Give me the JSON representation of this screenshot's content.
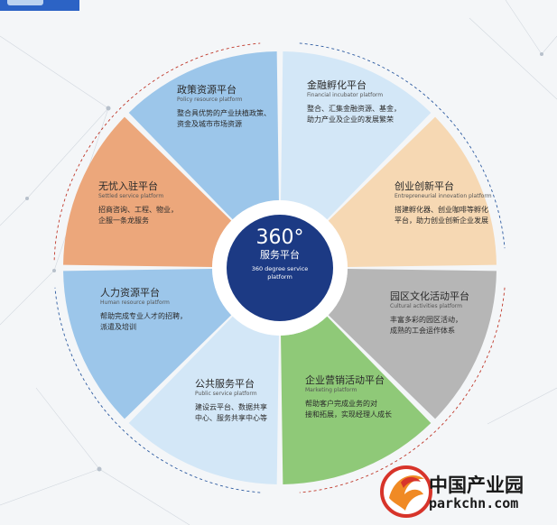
{
  "center": {
    "degree": "360°",
    "title_cn": "服务平台",
    "title_en_line1": "360 degree service",
    "title_en_line2": "platform"
  },
  "segments": [
    {
      "key": "policy",
      "color": "#9cc6ea",
      "title": "政策资源平台",
      "subtitle": "Policy resource platform",
      "desc": [
        "整合具优势的产业扶植政策、",
        "资金及城市市场资源"
      ]
    },
    {
      "key": "finance",
      "color": "#d3e7f7",
      "title": "金融孵化平台",
      "subtitle": "Financial incubator platform",
      "desc": [
        "整合、汇集金融资源、基金，",
        "助力产业及企业的发展繁荣"
      ]
    },
    {
      "key": "entrepreneurial",
      "color": "#f6d8b3",
      "title": "创业创新平台",
      "subtitle": "Entrepreneurial innovation platform",
      "desc": [
        "搭建孵化器、创业咖啡等孵化",
        "平台，助力创业创新企业发展"
      ]
    },
    {
      "key": "cultural",
      "color": "#b6b6b6",
      "title": "园区文化活动平台",
      "subtitle": "Cultural activities platform",
      "desc": [
        "丰富多彩的园区活动，",
        "成熟的工会运作体系"
      ]
    },
    {
      "key": "marketing",
      "color": "#8fc978",
      "title": "企业营销活动平台",
      "subtitle": "Marketing platform",
      "desc": [
        "帮助客户完成业务的对",
        "接和拓展，实现经理人成长"
      ]
    },
    {
      "key": "public",
      "color": "#d3e7f7",
      "title": "公共服务平台",
      "subtitle": "Public service platform",
      "desc": [
        "建设云平台、数据共享",
        "中心、服务共享中心等"
      ]
    },
    {
      "key": "human",
      "color": "#9cc6ea",
      "title": "人力资源平台",
      "subtitle": "Human resource platform",
      "desc": [
        "帮助完成专业人才的招聘，",
        "派遣及培训"
      ]
    },
    {
      "key": "settled",
      "color": "#eca77b",
      "title": "无忧入驻平台",
      "subtitle": "Settled service platform",
      "desc": [
        "招商咨询、工程、物业，",
        "企服一条龙服务"
      ]
    }
  ],
  "colors": {
    "center_fill": "#1c3a84",
    "ring_fill": "#ffffff",
    "dashed_red": "#c0392b",
    "dashed_blue": "#2c5aa0",
    "logo_red": "#d7342a",
    "logo_orange": "#f08a24"
  },
  "logo": {
    "name_cn": "中国产业园",
    "domain": "parkchn.com",
    "icon": "phoenix-logo-icon"
  }
}
